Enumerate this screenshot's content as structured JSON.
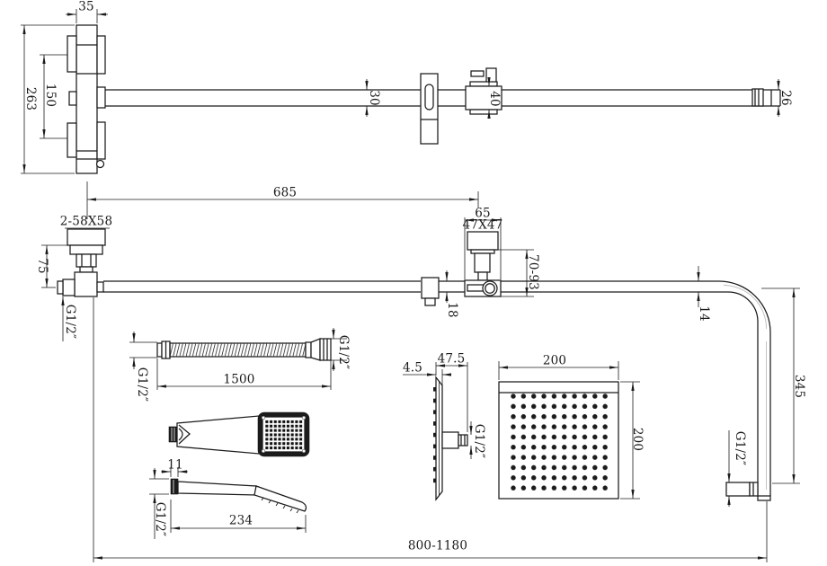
{
  "drawing": {
    "background": "#ffffff",
    "line_color": "#1b1b1b",
    "views": [
      "valve-front-view",
      "shower-bar-top-view",
      "main-front-view",
      "shower-hose",
      "hand-shower-front-view",
      "hand-shower-side-view",
      "rain-head-side-view",
      "rain-head-front-view"
    ]
  },
  "labels": {
    "valve_width": "35",
    "valve_height": "263",
    "handle_spacing": "150",
    "bar_diameter": "30",
    "diverter_width_top": "40",
    "bar_end_diameter": "26",
    "bar_length": "685",
    "diverter_body_width": "65",
    "diverter_plate_size": "47X47",
    "wall_plate_size": "2-58X58",
    "elbow_height": "75",
    "thread_elbow": "G1/2″",
    "diverter_depth_range": "70-93",
    "slider_depth": "18",
    "pipe_diameter": "14",
    "down_tube_length": "345",
    "thread_down_tube": "G1/2″",
    "hose_length": "1500",
    "thread_hose_left": "G1/2″",
    "thread_hose_right": "G1/2″",
    "hand_neck_width": "11",
    "thread_hand_shower": "G1/2″",
    "hand_shower_length": "234",
    "head_plate_thickness": "4.5",
    "head_depth": "47.5",
    "thread_head": "G1/2″",
    "head_width": "200",
    "head_height": "200",
    "overall_height_range": "800-1180"
  }
}
